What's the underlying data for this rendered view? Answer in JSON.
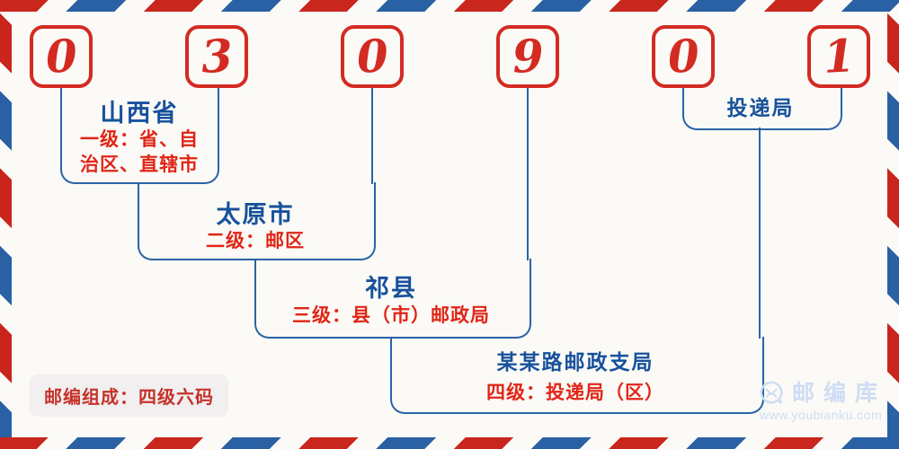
{
  "postal_code": {
    "value": "030901",
    "digits": [
      "0",
      "3",
      "0",
      "9",
      "0",
      "1"
    ]
  },
  "levels": [
    {
      "name": "山西省",
      "desc_lines": [
        "一级：省、自",
        "治区、直辖市"
      ]
    },
    {
      "name": "太原市",
      "desc_lines": [
        "二级：邮区"
      ]
    },
    {
      "name": "祁县",
      "desc_lines": [
        "三级：县（市）邮政局"
      ]
    },
    {
      "name": "某某路邮政支局",
      "desc_lines": [
        "四级：投递局（区）"
      ]
    }
  ],
  "delivery": {
    "name": "投递局"
  },
  "badge": {
    "text": "邮编组成：四级六码"
  },
  "watermark": {
    "brand": "邮编库",
    "url": "www.youbianku.com",
    "icon": "envelope-circle-icon"
  },
  "colors": {
    "stripe_red": "#c9251d",
    "stripe_blue": "#2a61a5",
    "digit_red": "#d32b22",
    "line_blue": "#2b63a8",
    "title_blue": "#17519c",
    "desc_red": "#e02517",
    "badge_text_red": "#c5322a",
    "badge_bg": "#f1eff0",
    "watermark_blue": "#cdddf4",
    "background": "#fbfaf6"
  }
}
